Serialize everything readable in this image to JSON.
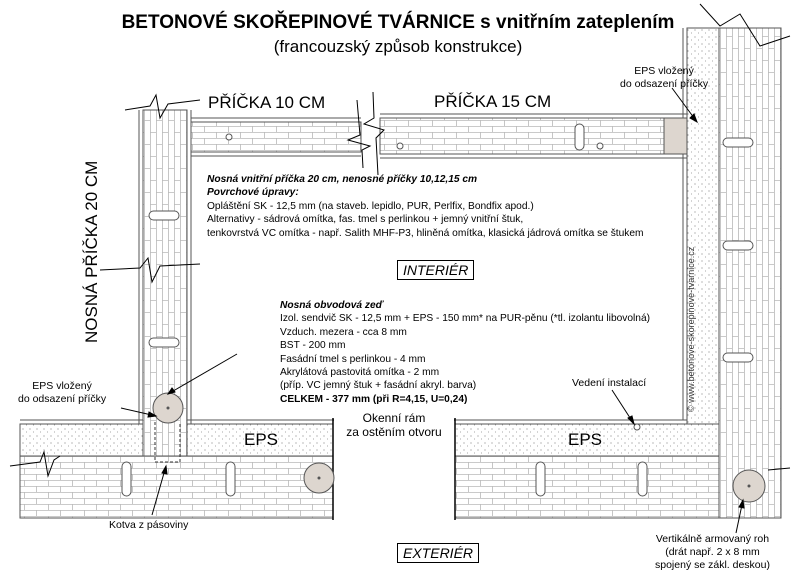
{
  "title": "BETONOVÉ SKOŘEPINOVÉ TVÁRNICE s vnitřním zateplením",
  "subtitle": "(francouzský způsob konstrukce)",
  "labels": {
    "pricka10": "PŘÍČKA 10 CM",
    "pricka15": "PŘÍČKA 15 CM",
    "nosna_pricka": "NOSNÁ PŘÍČKA 20 CM",
    "eps_left": "EPS",
    "eps_right": "EPS",
    "interier": "INTERIÉR",
    "exterier": "EXTERIÉR",
    "eps_vlozeny_top": [
      "EPS vložený",
      "do odsazení příčky"
    ],
    "eps_vlozeny_left": [
      "EPS vložený",
      "do odsazení příčky"
    ],
    "okenni_ram": [
      "Okenní rám",
      "za ostěním otvoru"
    ],
    "vedeni_instalaci": "Vedení instalací",
    "kotva": "Kotva z pásoviny",
    "vertikalne": [
      "Vertikálně armovaný roh",
      "(drát např. 2 x 8 mm",
      "spojený se zákl. deskou)"
    ],
    "copyright": "© www.betonove-skorepinove-tvarnice.cz"
  },
  "inner_wall_note": {
    "heading": "Nosná vnitřní příčka 20 cm, nenosné příčky 10,12,15 cm",
    "subheading": "Povrchové úpravy:",
    "lines": [
      "Opláštění SK - 12,5 mm (na staveb. lepidlo, PUR, Perlfix, Bondfix apod.)",
      "Alternativy - sádrová omítka, fas. tmel s perlinkou + jemný vnitřní štuk,",
      "tenkovrstvá VC omítka - např. Salith MHF-P3, hliněná omítka, klasická jádrová omítka se štukem"
    ]
  },
  "outer_wall_note": {
    "heading": "Nosná obvodová zeď",
    "lines": [
      "Izol. sendvič SK - 12,5 mm + EPS - 150 mm* na PUR-pěnu (*tl. izolantu libovolná)",
      "Vzduch. mezera - cca 8 mm",
      "BST - 200 mm",
      "Fasádní tmel s perlinkou - 4 mm",
      "Akrylátová pastovitá omítka - 2 mm",
      "(příp. VC jemný štuk + fasádní akryl. barva)"
    ],
    "total": "CELKEM - 377 mm  (při  R=4,15, U=0,24)"
  }
}
